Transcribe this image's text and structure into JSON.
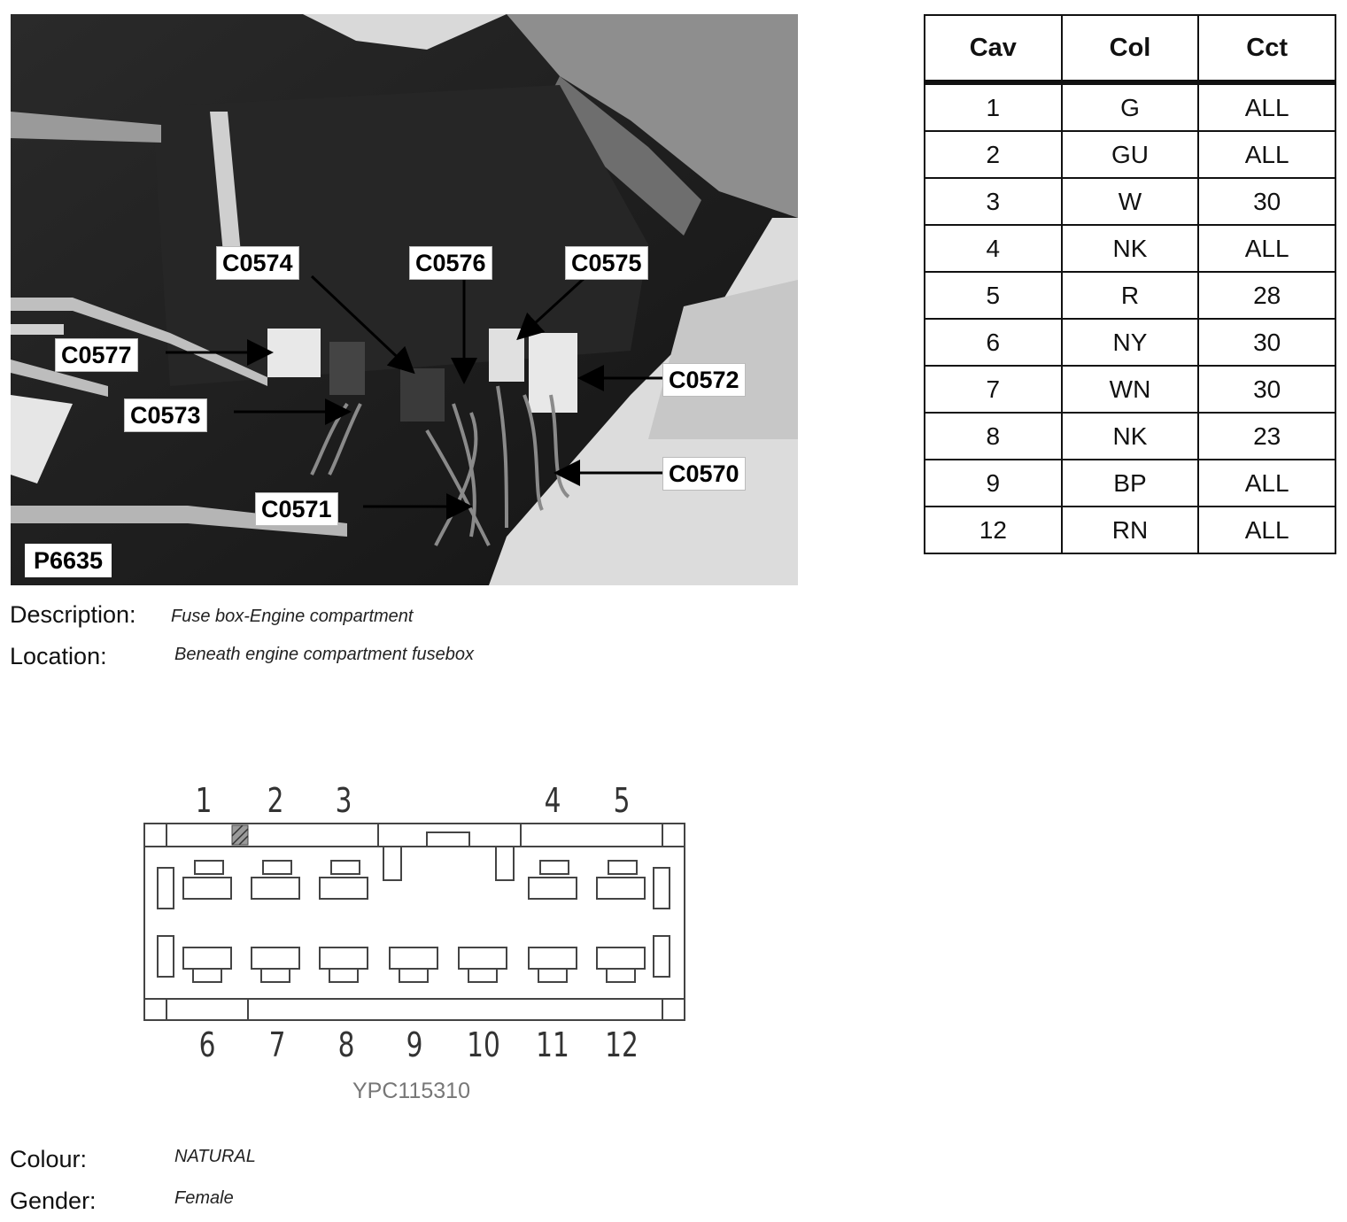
{
  "photo": {
    "reference": "P6635",
    "callouts": [
      "C0574",
      "C0576",
      "C0575",
      "C0577",
      "C0572",
      "C0573",
      "C0570",
      "C0571"
    ]
  },
  "details": {
    "description_label": "Description:",
    "description_value": "Fuse box-Engine compartment",
    "location_label": "Location:",
    "location_value": "Beneath engine compartment fusebox",
    "colour_label": "Colour:",
    "colour_value": "NATURAL",
    "gender_label": "Gender:",
    "gender_value": "Female"
  },
  "pinout": {
    "headers": [
      "Cav",
      "Col",
      "Cct"
    ],
    "rows": [
      [
        "1",
        "G",
        "ALL"
      ],
      [
        "2",
        "GU",
        "ALL"
      ],
      [
        "3",
        "W",
        "30"
      ],
      [
        "4",
        "NK",
        "ALL"
      ],
      [
        "5",
        "R",
        "28"
      ],
      [
        "6",
        "NY",
        "30"
      ],
      [
        "7",
        "WN",
        "30"
      ],
      [
        "8",
        "NK",
        "23"
      ],
      [
        "9",
        "BP",
        "ALL"
      ],
      [
        "12",
        "RN",
        "ALL"
      ]
    ]
  },
  "connector": {
    "top_cavities": [
      "1",
      "2",
      "3",
      "4",
      "5"
    ],
    "bottom_cavities": [
      "6",
      "7",
      "8",
      "9",
      "10",
      "11",
      "12"
    ],
    "part_number": "YPC115310"
  }
}
